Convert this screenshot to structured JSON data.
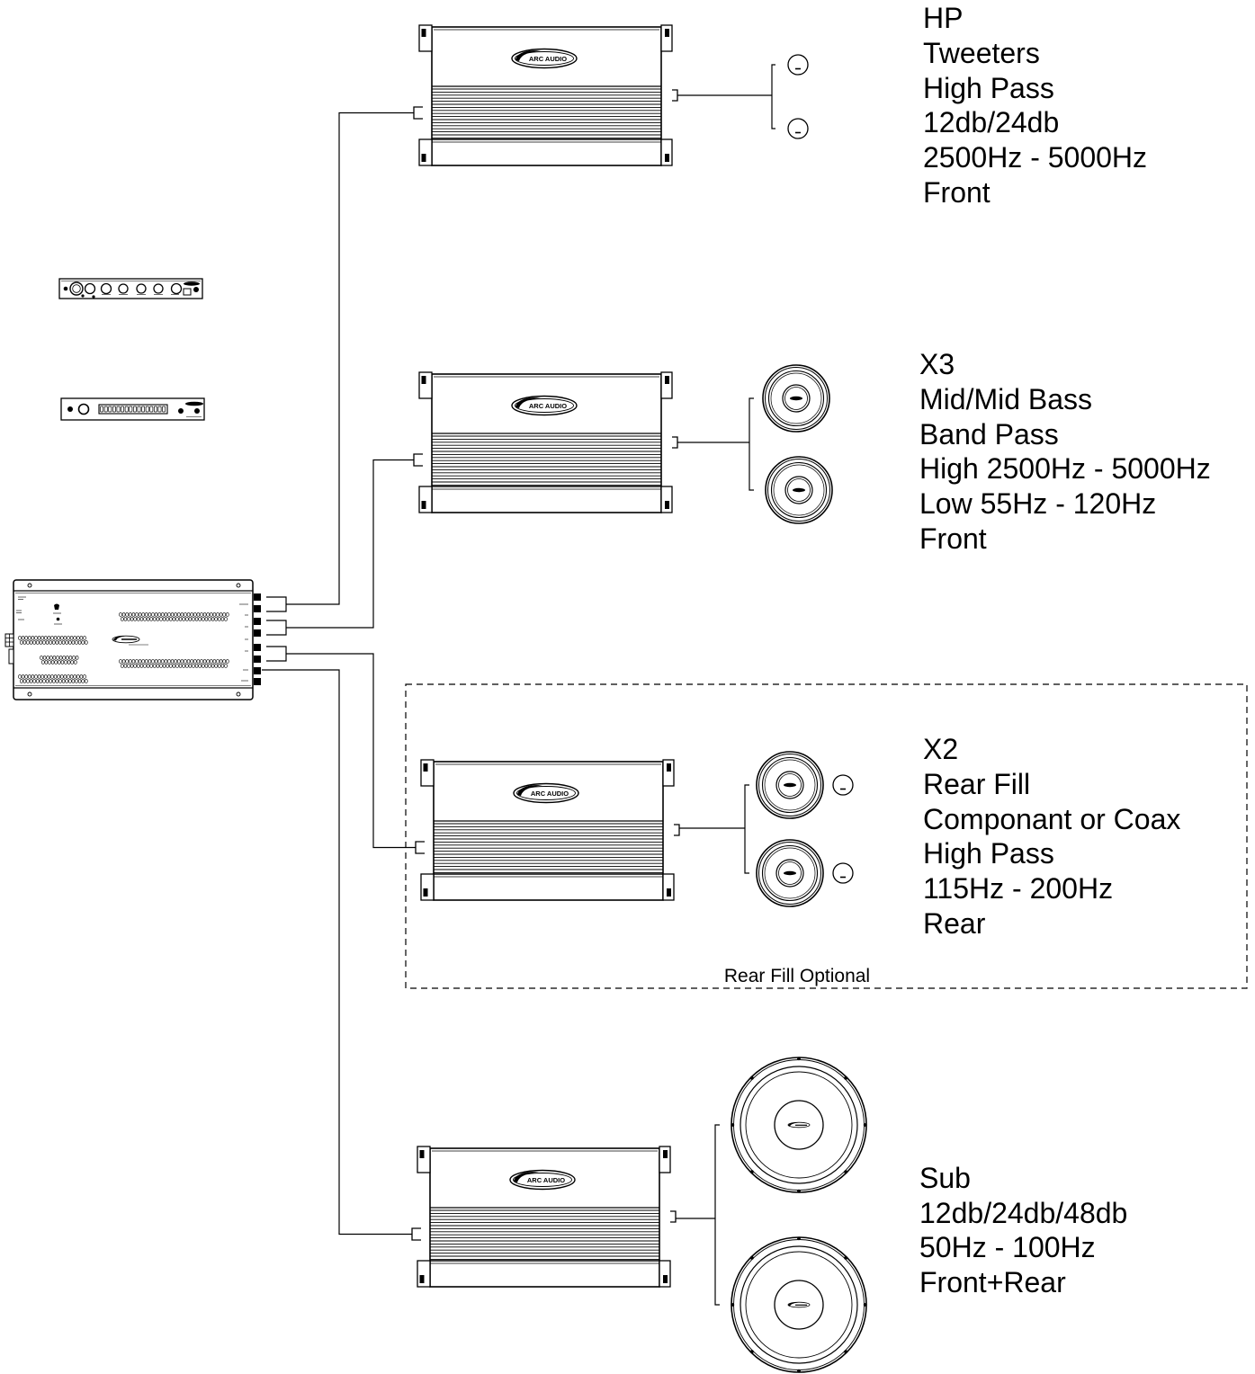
{
  "brand_logo": "ARC AUDIO",
  "channels": [
    {
      "lines": [
        "HP",
        "Tweeters",
        "High Pass",
        "12db/24db",
        "2500Hz - 5000Hz",
        "Front"
      ]
    },
    {
      "lines": [
        "X3",
        "Mid/Mid Bass",
        "Band Pass",
        "High 2500Hz - 5000Hz",
        "Low 55Hz - 120Hz",
        "Front"
      ]
    },
    {
      "lines": [
        "X2",
        "Rear Fill",
        "Componant or Coax",
        "High Pass",
        "115Hz - 200Hz",
        "Rear"
      ]
    },
    {
      "lines": [
        "Sub",
        "12db/24db/48db",
        "50Hz - 100Hz",
        "Front+Rear"
      ]
    }
  ],
  "rear_fill_group": {
    "label": "Rear Fill Optional"
  },
  "colors": {
    "line": "#000000",
    "background": "#ffffff"
  }
}
